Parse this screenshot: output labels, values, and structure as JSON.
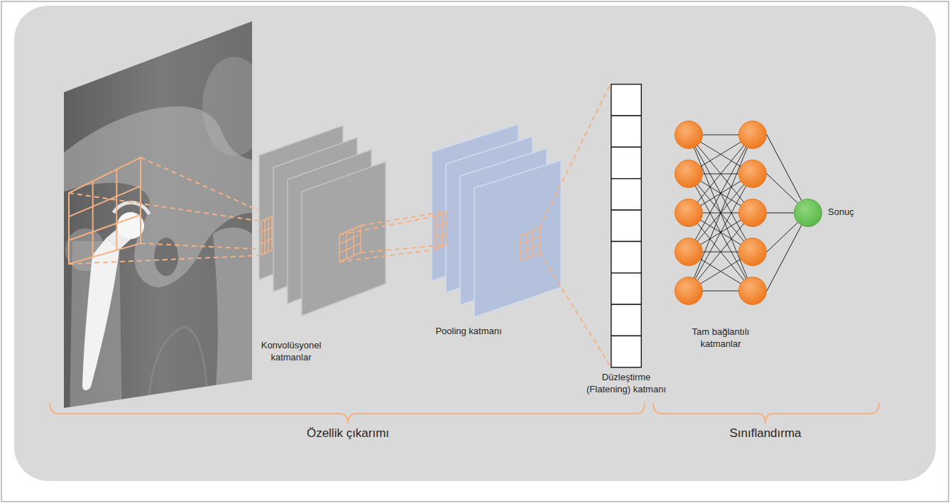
{
  "diagram": {
    "nodes": [
      {
        "text": [
          "Konvolüsyonel katmanlar"
        ]
      },
      {
        "text": [
          "Pooling katmanı"
        ]
      },
      {
        "text": [
          "Düzleştirme (Flatening) katmanı"
        ]
      },
      {
        "text": [
          "Tam bağlantılı katmanlar"
        ]
      },
      {
        "text": [
          "Sonuç"
        ]
      }
    ],
    "edges": [
      {
        "from": 0,
        "to": 1,
        "arrow": "none"
      },
      {
        "from": 1,
        "to": 2,
        "arrow": "none"
      },
      {
        "from": 3,
        "to": 4,
        "arrow": "none"
      }
    ],
    "labels": [
      "Özellik çıkarımı",
      "Sınıflandırma"
    ]
  }
}
